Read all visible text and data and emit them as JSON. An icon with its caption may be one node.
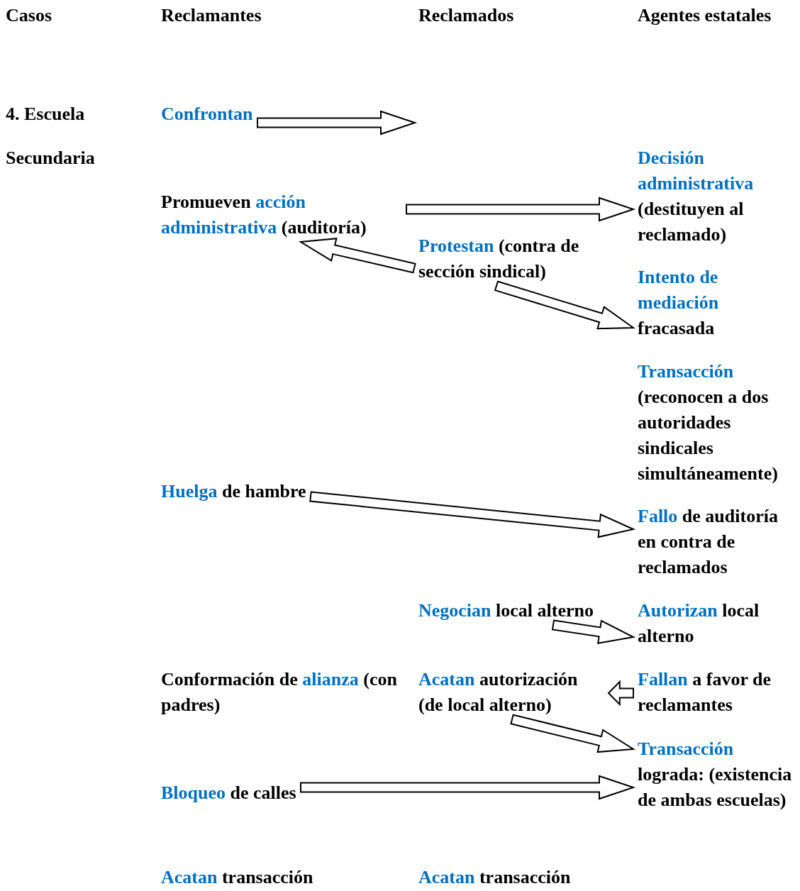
{
  "diagram": {
    "nodes": [
      {
        "text": [
          "**Confrontan**"
        ]
      },
      {
        "text": [
          "Promueven **acción administrativa** (auditoría)"
        ]
      },
      {
        "text": [
          "**Decisión administrativa** (destituyen al reclamado)"
        ]
      },
      {
        "text": [
          "**Protestan** (contra de sección sindical)"
        ]
      },
      {
        "text": [
          "**Intento de mediación** fracasada"
        ]
      },
      {
        "text": [
          "**Huelga** de hambre"
        ]
      },
      {
        "text": [
          "**Fallo** de auditoría en contra de reclamados"
        ]
      },
      {
        "text": [
          "**Negocian** local alterno"
        ]
      },
      {
        "text": [
          "**Autorizan** local alterno"
        ]
      },
      {
        "text": [
          "**Fallan** a favor de reclamantes"
        ]
      },
      {
        "text": [
          "**Acatan** autorización (de local alterno)"
        ]
      },
      {
        "text": [
          "**Transacción** lograda: (existencia de ambas escuelas)"
        ]
      },
      {
        "text": [
          "**Bloqueo** de calles"
        ]
      }
    ],
    "edges": [
      {
        "from": 0,
        "to": null,
        "arrow": "to"
      },
      {
        "from": 1,
        "to": 2,
        "arrow": "to"
      },
      {
        "from": 3,
        "to": 1,
        "arrow": "to"
      },
      {
        "from": 3,
        "to": 4,
        "arrow": "to"
      },
      {
        "from": 5,
        "to": 6,
        "arrow": "to"
      },
      {
        "from": 7,
        "to": 8,
        "arrow": "to"
      },
      {
        "from": 9,
        "to": 10,
        "arrow": "to"
      },
      {
        "from": 10,
        "to": 11,
        "arrow": "to"
      },
      {
        "from": 12,
        "to": 11,
        "arrow": "to"
      }
    ],
    "labels": [
      "Casos",
      "Reclamantes",
      "Reclamados",
      "Agentes estatales",
      "4. Escuela",
      "Secundaria",
      "**Transacción** (reconocen a dos autoridades sindicales simultáneamente)",
      "Conformación de **alianza** (con padres)",
      "**Acatan** transacción",
      "**Acatan** transacción"
    ]
  }
}
